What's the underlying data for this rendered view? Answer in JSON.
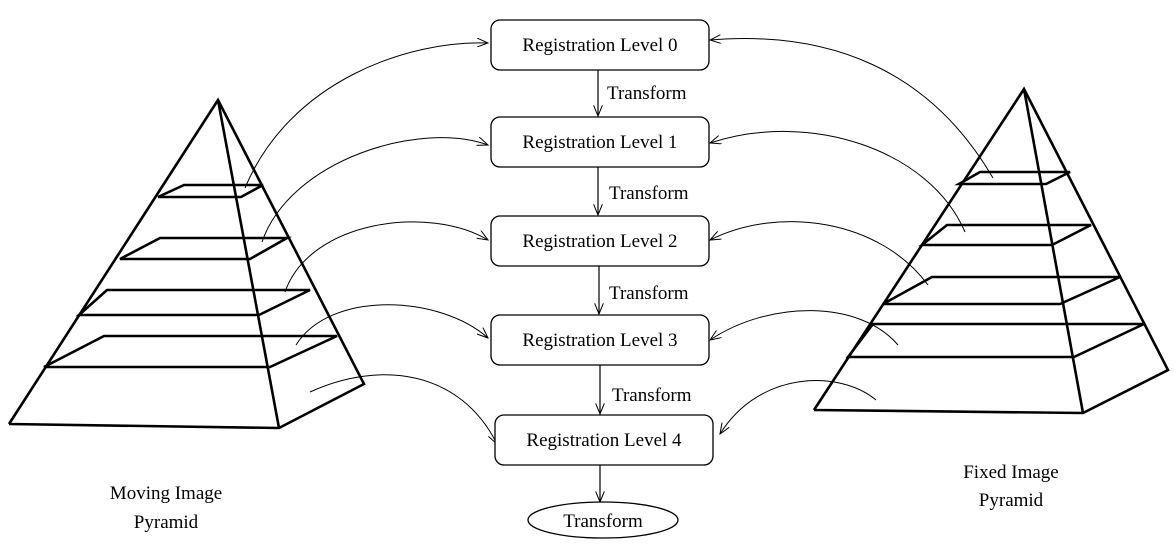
{
  "diagram": {
    "levels": [
      {
        "label": "Registration Level 0"
      },
      {
        "label": "Registration Level 1"
      },
      {
        "label": "Registration Level 2"
      },
      {
        "label": "Registration Level 3"
      },
      {
        "label": "Registration Level 4"
      }
    ],
    "transforms": [
      {
        "label": "Transform"
      },
      {
        "label": "Transform"
      },
      {
        "label": "Transform"
      },
      {
        "label": "Transform"
      }
    ],
    "final_output": {
      "label": "Transform"
    },
    "moving_pyramid": {
      "line1": "Moving Image",
      "line2": "Pyramid"
    },
    "fixed_pyramid": {
      "line1": "Fixed Image",
      "line2": "Pyramid"
    }
  }
}
